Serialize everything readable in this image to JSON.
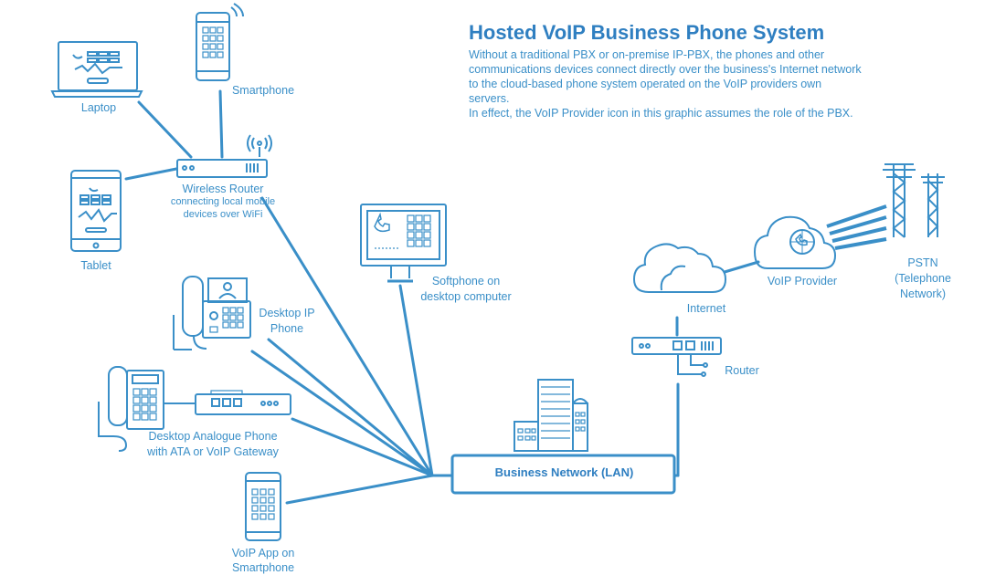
{
  "header": {
    "title": "Hosted VoIP Business Phone System",
    "description_1": "Without a traditional PBX or on-premise IP-PBX, the phones and other communications devices connect directly over the business's Internet network to the cloud-based phone system operated on the VoIP providers own servers.",
    "description_2": "In effect, the VoIP Provider icon in this graphic assumes the role of the PBX."
  },
  "nodes": {
    "laptop": "Laptop",
    "smartphone": "Smartphone",
    "tablet": "Tablet",
    "router_wireless": "Wireless Router",
    "router_wireless_sub_1": "connecting local mobile",
    "router_wireless_sub_2": "devices over WiFi",
    "softphone_1": "Softphone on",
    "softphone_2": "desktop computer",
    "desktop_ip_1": "Desktop IP",
    "desktop_ip_2": "Phone",
    "analogue_1": "Desktop Analogue Phone",
    "analogue_2": "with ATA or VoIP Gateway",
    "voip_app_1": "VoIP App on",
    "voip_app_2": "Smartphone",
    "lan": "Business Network (LAN)",
    "internet": "Internet",
    "router": "Router",
    "voip_provider": "VoIP Provider",
    "pstn_1": "PSTN",
    "pstn_2": "(Telephone",
    "pstn_3": "Network)"
  },
  "colors": {
    "accent": "#3a8fc8",
    "title": "#2f7fc1",
    "background": "#ffffff"
  },
  "icons": [
    "laptop-icon",
    "smartphone-icon",
    "tablet-icon",
    "wireless-router-icon",
    "computer-monitor-icon",
    "desk-phone-icon",
    "analogue-phone-icon",
    "ata-gateway-icon",
    "building-icon",
    "cloud-icon",
    "router-icon",
    "pstn-tower-icon"
  ]
}
